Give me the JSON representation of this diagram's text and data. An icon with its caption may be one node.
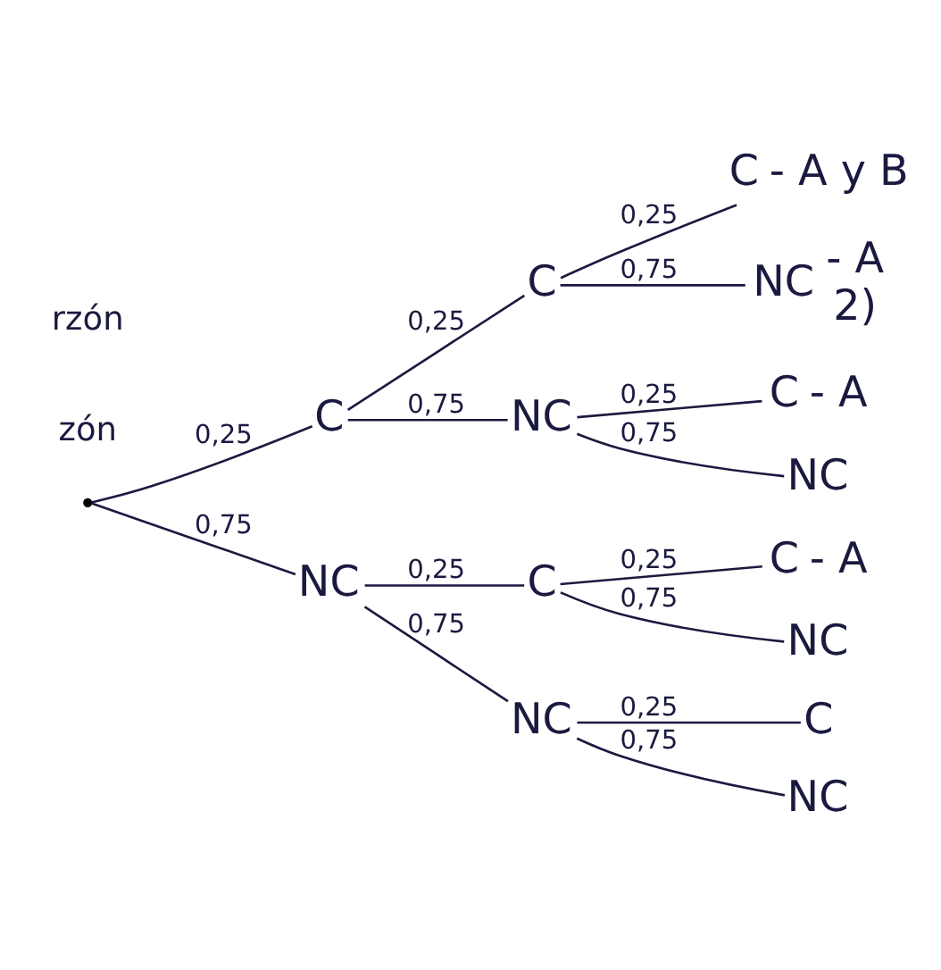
{
  "diagram": {
    "nodes": [
      {
        "text": [],
        "shape": "point"
      },
      {
        "text": [
          "C"
        ]
      },
      {
        "text": [
          "C"
        ]
      },
      {
        "text": [
          "C"
        ],
        "beside": [
          "- A y B"
        ]
      },
      {
        "text": [
          "NC"
        ],
        "beside": [
          "- A",
          "2)"
        ]
      },
      {
        "text": [
          "NC"
        ]
      },
      {
        "text": [
          "C"
        ],
        "beside": [
          "- A"
        ]
      },
      {
        "text": [
          "NC"
        ]
      },
      {
        "text": [
          "NC"
        ]
      },
      {
        "text": [
          "C"
        ]
      },
      {
        "text": [
          "C"
        ],
        "beside": [
          "- A"
        ]
      },
      {
        "text": [
          "NC"
        ]
      },
      {
        "text": [
          "NC"
        ]
      },
      {
        "text": [
          "C"
        ]
      },
      {
        "text": [
          "NC"
        ]
      }
    ],
    "edges": [
      {
        "from": 0,
        "to": 1,
        "arrow": "none",
        "label": "0,25"
      },
      {
        "from": 1,
        "to": 2,
        "arrow": "none",
        "label": "0,25"
      },
      {
        "from": 2,
        "to": 3,
        "arrow": "none",
        "label": "0,25"
      },
      {
        "from": 2,
        "to": 4,
        "arrow": "none",
        "label": "0,75"
      },
      {
        "from": 1,
        "to": 5,
        "arrow": "none",
        "label": "0,75"
      },
      {
        "from": 5,
        "to": 6,
        "arrow": "none",
        "label": "0,25"
      },
      {
        "from": 5,
        "to": 7,
        "arrow": "none",
        "label": "0,75"
      },
      {
        "from": 0,
        "to": 8,
        "arrow": "none",
        "label": "0,75"
      },
      {
        "from": 8,
        "to": 9,
        "arrow": "none",
        "label": "0,25"
      },
      {
        "from": 9,
        "to": 10,
        "arrow": "none",
        "label": "0,25"
      },
      {
        "from": 9,
        "to": 11,
        "arrow": "none",
        "label": "0,75"
      },
      {
        "from": 8,
        "to": 12,
        "arrow": "none",
        "label": "0,75"
      },
      {
        "from": 12,
        "to": 13,
        "arrow": "none",
        "label": "0,25"
      },
      {
        "from": 12,
        "to": 14,
        "arrow": "none",
        "label": "0,75"
      }
    ],
    "labels": [
      "zón",
      "rzón"
    ]
  }
}
